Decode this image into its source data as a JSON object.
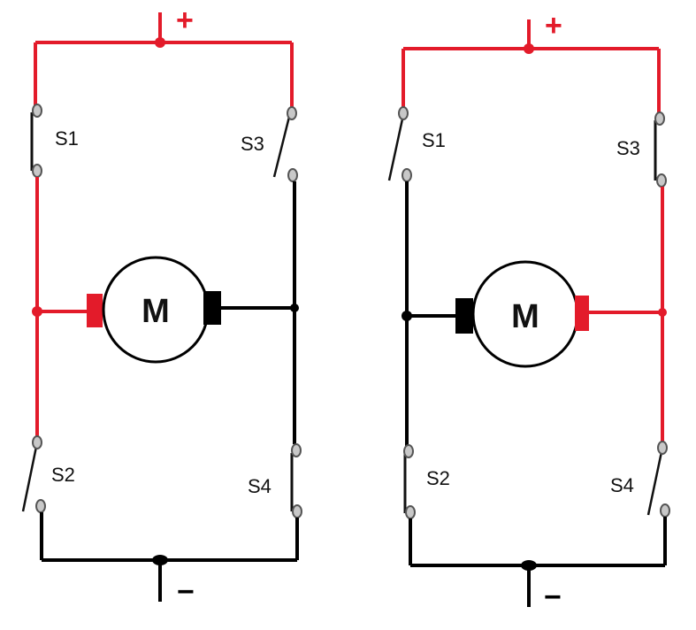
{
  "colors": {
    "active": "#e31b2a",
    "inactive": "#000000",
    "contact_fill": "#c8c8c8",
    "contact_stroke": "#555555"
  },
  "circuits": [
    {
      "plus_label": "+",
      "minus_label": "−",
      "motor_label": "M",
      "switches": [
        {
          "label": "S1",
          "state": "closed"
        },
        {
          "label": "S3",
          "state": "open"
        },
        {
          "label": "S2",
          "state": "open"
        },
        {
          "label": "S4",
          "state": "closed"
        }
      ]
    },
    {
      "plus_label": "+",
      "minus_label": "−",
      "motor_label": "M",
      "switches": [
        {
          "label": "S1",
          "state": "open"
        },
        {
          "label": "S3",
          "state": "closed"
        },
        {
          "label": "S2",
          "state": "closed"
        },
        {
          "label": "S4",
          "state": "open"
        }
      ]
    }
  ]
}
